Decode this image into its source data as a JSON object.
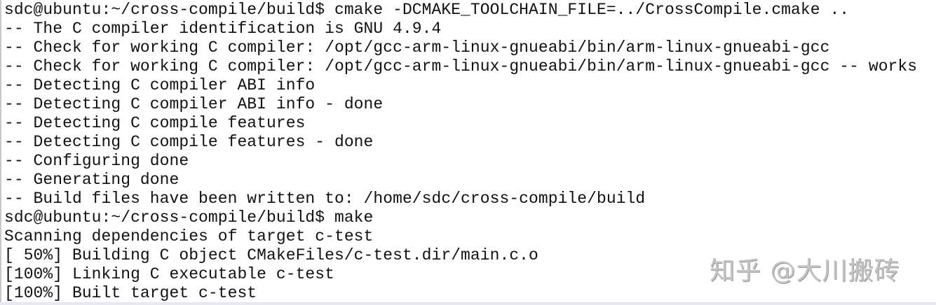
{
  "terminal": {
    "lines": [
      "sdc@ubuntu:~/cross-compile/build$ cmake -DCMAKE_TOOLCHAIN_FILE=../CrossCompile.cmake ..",
      "-- The C compiler identification is GNU 4.9.4",
      "-- Check for working C compiler: /opt/gcc-arm-linux-gnueabi/bin/arm-linux-gnueabi-gcc",
      "-- Check for working C compiler: /opt/gcc-arm-linux-gnueabi/bin/arm-linux-gnueabi-gcc -- works",
      "-- Detecting C compiler ABI info",
      "-- Detecting C compiler ABI info - done",
      "-- Detecting C compile features",
      "-- Detecting C compile features - done",
      "-- Configuring done",
      "-- Generating done",
      "-- Build files have been written to: /home/sdc/cross-compile/build",
      "sdc@ubuntu:~/cross-compile/build$ make",
      "Scanning dependencies of target c-test",
      "[ 50%] Building C object CMakeFiles/c-test.dir/main.c.o",
      "[100%] Linking C executable c-test",
      "[100%] Built target c-test"
    ]
  },
  "watermark": "知乎 @大川搬砖"
}
